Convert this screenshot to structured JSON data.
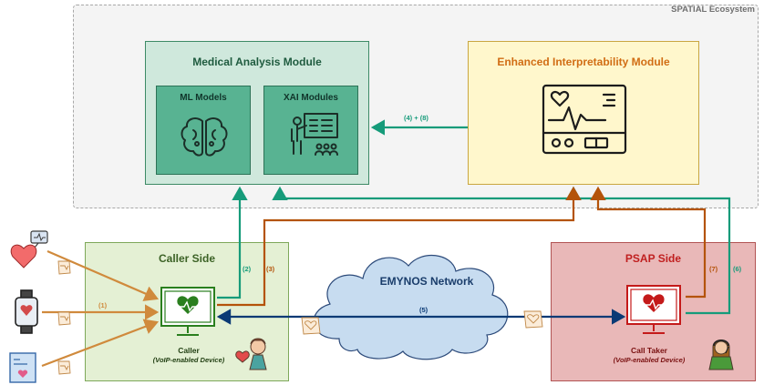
{
  "ecosystem": {
    "label": "SPATIAL Ecosystem"
  },
  "medical_module": {
    "title": "Medical Analysis Module",
    "ml_label": "ML Models",
    "xai_label": "XAI Modules"
  },
  "interpretability_module": {
    "title": "Enhanced Interpretability Module"
  },
  "caller_side": {
    "title": "Caller Side",
    "device_name": "Caller",
    "device_type": "(VoIP-enabled Device)"
  },
  "psap_side": {
    "title": "PSAP Side",
    "device_name": "Call Taker",
    "device_type": "(VoIP-enabled Device)"
  },
  "network": {
    "label": "EMYNOS Network"
  },
  "edges": {
    "e1": "(1)",
    "e2": "(2)",
    "e3": "(3)",
    "e48": "(4) + (8)",
    "e5": "(5)",
    "e6": "(6)",
    "e7": "(7)"
  },
  "colors": {
    "teal": "#169b7a",
    "orange": "#b45309",
    "sensor_orange": "#d08a3c",
    "navy": "#0b3a75",
    "green_monitor": "#2a7f1e",
    "red_monitor": "#c41a1a"
  }
}
